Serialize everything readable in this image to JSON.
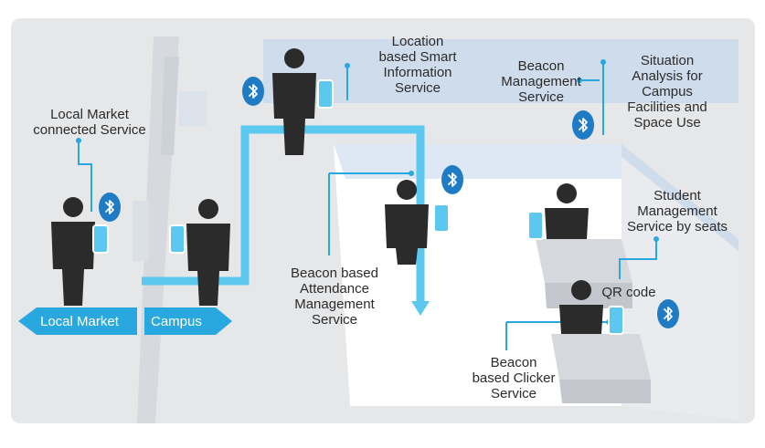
{
  "labels": {
    "local_market_service": [
      "Local Market",
      "connected Service"
    ],
    "smart_info_service": [
      "Location",
      "based Smart",
      "Information",
      "Service"
    ],
    "beacon_mgmt_service": [
      "Beacon",
      "Management",
      "Service"
    ],
    "situation_analysis": [
      "Situation",
      "Analysis for",
      "Campus",
      "Facilities and",
      "Space Use"
    ],
    "student_mgmt_service": [
      "Student",
      "Management",
      "Service by seats"
    ],
    "qr_code": "QR code",
    "attendance_service": [
      "Beacon based",
      "Attendance",
      "Management",
      "Service"
    ],
    "clicker_service": [
      "Beacon",
      "based Clicker",
      "Service"
    ]
  },
  "arrows": {
    "local_market": "Local Market",
    "campus": "Campus"
  },
  "icons": {
    "beacon": "bluetooth-beacon-icon",
    "person": "person-with-smartphone-icon"
  },
  "colors": {
    "accent": "#29a8e0",
    "path": "#5cc8f0",
    "beacon_bg": "#1f7cc4",
    "background": "#e6e7e9",
    "building": "#d9dce1",
    "room_floor": "#ffffff",
    "room_wall": "#dde8f4",
    "person": "#2b2b2b",
    "text": "#2b2b2b"
  }
}
